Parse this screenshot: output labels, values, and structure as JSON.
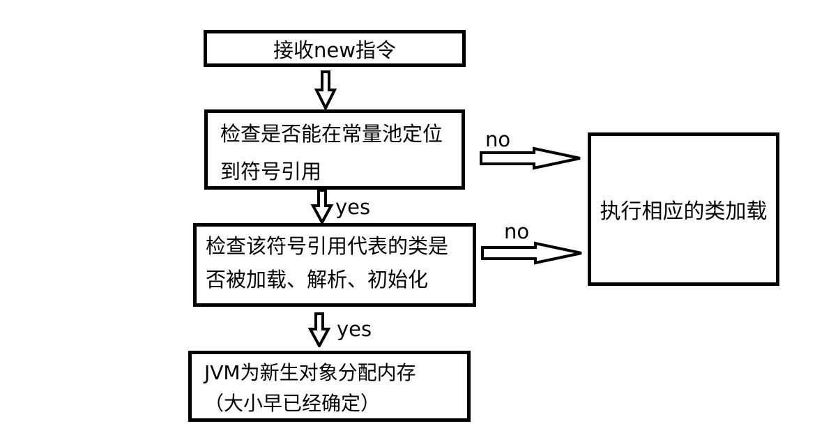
{
  "colors": {
    "ink": "#000000",
    "background": "#ffffff"
  },
  "flowchart": {
    "title": "JVM new instruction object creation flow",
    "nodes": {
      "receive_new": {
        "lines": [
          "接收new指令"
        ]
      },
      "check_constant_pool": {
        "lines": [
          "检查是否能在常量池定位",
          "到符号引用"
        ]
      },
      "check_class_state": {
        "lines": [
          "检查该符号引用代表的类是",
          "否被加载、解析、初始化"
        ]
      },
      "allocate_memory": {
        "lines": [
          "JVM为新生对象分配内存",
          "（大小早已经确定）"
        ]
      },
      "class_loading": {
        "lines": [
          "执行相应的类加载"
        ]
      }
    },
    "edge_labels": {
      "no_from_constant_pool": "no",
      "no_from_class_state": "no",
      "yes_to_class_state": "yes",
      "yes_to_allocate": "yes"
    }
  }
}
